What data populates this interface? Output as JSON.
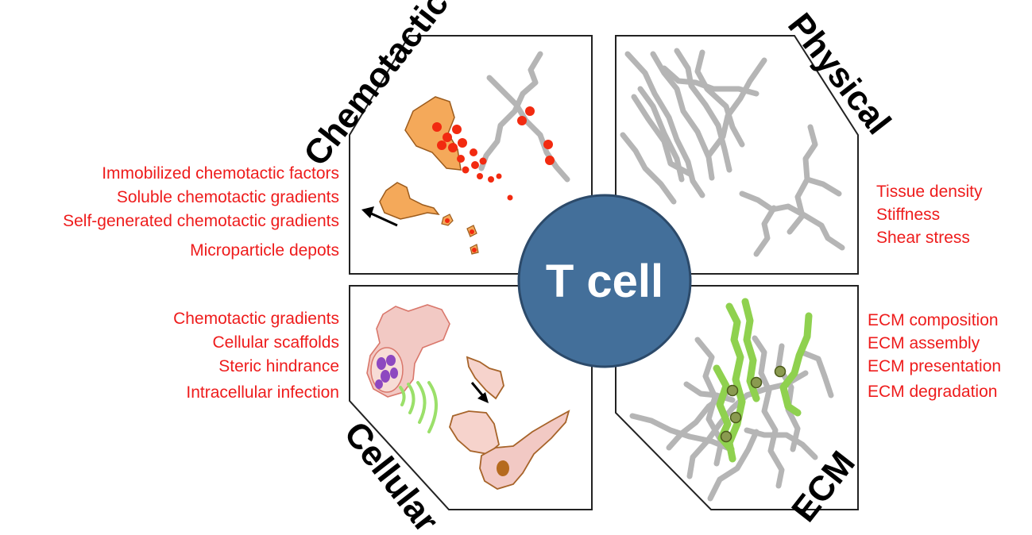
{
  "center": {
    "label": "T cell",
    "fill": "#436f9a"
  },
  "colors": {
    "factor_text": "#ee1c1c",
    "chemo_cell": "#f4a95a",
    "chemo_dot": "#f22a10",
    "fiber": "#b5b5b5",
    "ecm_green": "#8fd14f",
    "ecm_particle": "#8a9a50",
    "cell_pink": "#f2c9c4",
    "nucleus": "#9b5fc0",
    "tcell_small": "#f6d3cc"
  },
  "quadrants": {
    "chemotactic": {
      "title": "Chemotactic",
      "factors": [
        "Immobilized chemotactic factors",
        "Soluble chemotactic gradients",
        "Self-generated chemotactic gradients",
        "Microparticle depots"
      ]
    },
    "physical": {
      "title": "Physical",
      "factors": [
        "Tissue density",
        "Stiffness",
        "Shear stress"
      ]
    },
    "cellular": {
      "title": "Cellular",
      "factors": [
        "Chemotactic gradients",
        "Cellular scaffolds",
        "Steric hindrance",
        "Intracellular infection"
      ]
    },
    "ecm": {
      "title": "ECM",
      "factors": [
        "ECM composition",
        "ECM assembly",
        "ECM presentation",
        "ECM degradation"
      ]
    }
  }
}
